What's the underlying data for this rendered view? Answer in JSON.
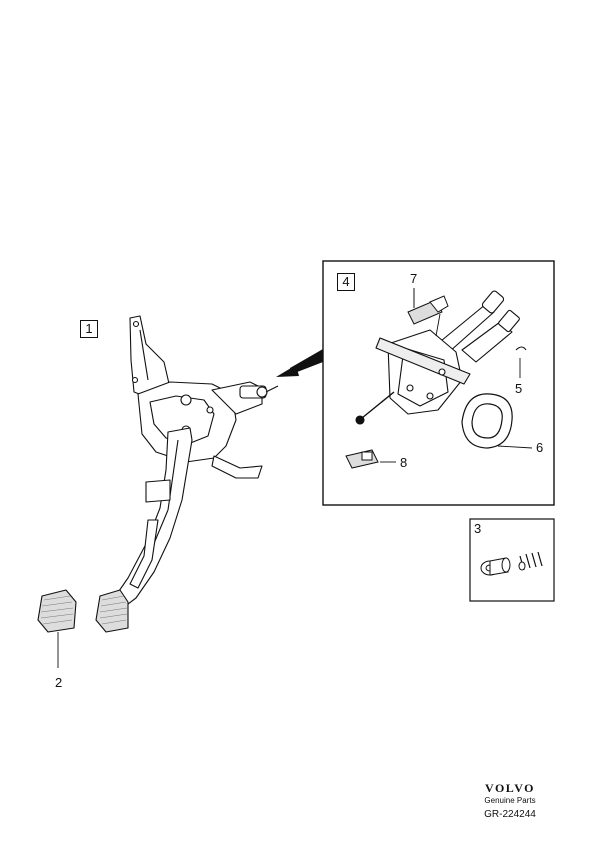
{
  "callouts": {
    "c1": "1",
    "c2": "2",
    "c3": "3",
    "c4": "4",
    "c5": "5",
    "c6": "6",
    "c7": "7",
    "c8": "8"
  },
  "footer": {
    "brand": "VOLVO",
    "tagline": "Genuine Parts",
    "code": "GR-224244"
  }
}
